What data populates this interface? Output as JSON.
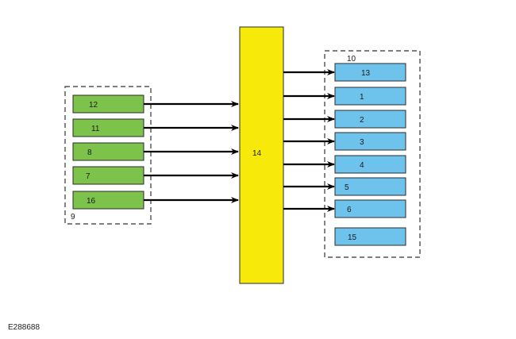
{
  "diagram": {
    "reference_code": "E288688",
    "colors": {
      "input_fill": "#7dc24b",
      "output_fill": "#6ec3ec",
      "central_fill": "#f7ea0a",
      "stroke": "#2b2b2b",
      "arrow": "#000000",
      "group_border": "#333333"
    },
    "input_group": {
      "label": "9",
      "items": [
        {
          "id": "12",
          "label": "12"
        },
        {
          "id": "11",
          "label": "11"
        },
        {
          "id": "8",
          "label": "8"
        },
        {
          "id": "7",
          "label": "7"
        },
        {
          "id": "16",
          "label": "16"
        }
      ]
    },
    "central_module": {
      "label": "14"
    },
    "output_group": {
      "label": "10",
      "items": [
        {
          "id": "13",
          "label": "13",
          "has_arrow": true
        },
        {
          "id": "1",
          "label": "1",
          "has_arrow": true
        },
        {
          "id": "2",
          "label": "2",
          "has_arrow": true
        },
        {
          "id": "3",
          "label": "3",
          "has_arrow": true
        },
        {
          "id": "4",
          "label": "4",
          "has_arrow": true
        },
        {
          "id": "5",
          "label": "5",
          "has_arrow": true
        },
        {
          "id": "6",
          "label": "6",
          "has_arrow": true
        },
        {
          "id": "15",
          "label": "15",
          "has_arrow": false
        }
      ]
    }
  }
}
